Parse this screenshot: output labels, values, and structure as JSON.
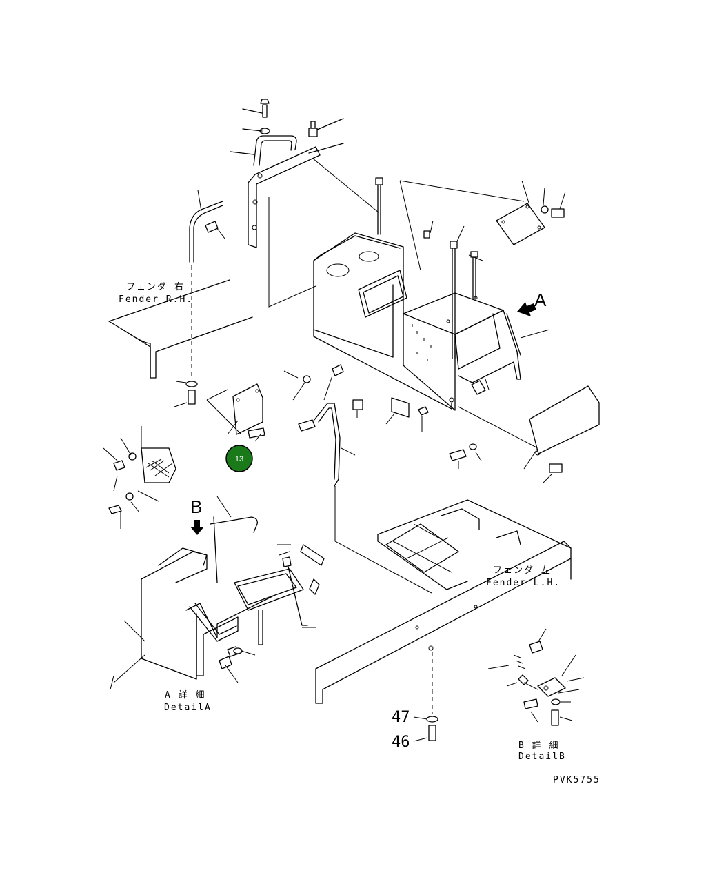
{
  "labels": {
    "fender_rh_jp": "フェンダ 右",
    "fender_rh_en": "Fender R.H.",
    "fender_lh_jp": "フェンダ 左",
    "fender_lh_en": "Fender L.H.",
    "detail_a_jp": "A 詳 細",
    "detail_a_en": "DetailA",
    "detail_b_jp": "B 詳 細",
    "detail_b_en": "DetailB",
    "view_a": "A",
    "view_b": "B",
    "part_47": "47",
    "part_46": "46",
    "drawing_code": "PVK5755"
  },
  "callout": {
    "number": "13",
    "color": "#1a7a1a"
  }
}
